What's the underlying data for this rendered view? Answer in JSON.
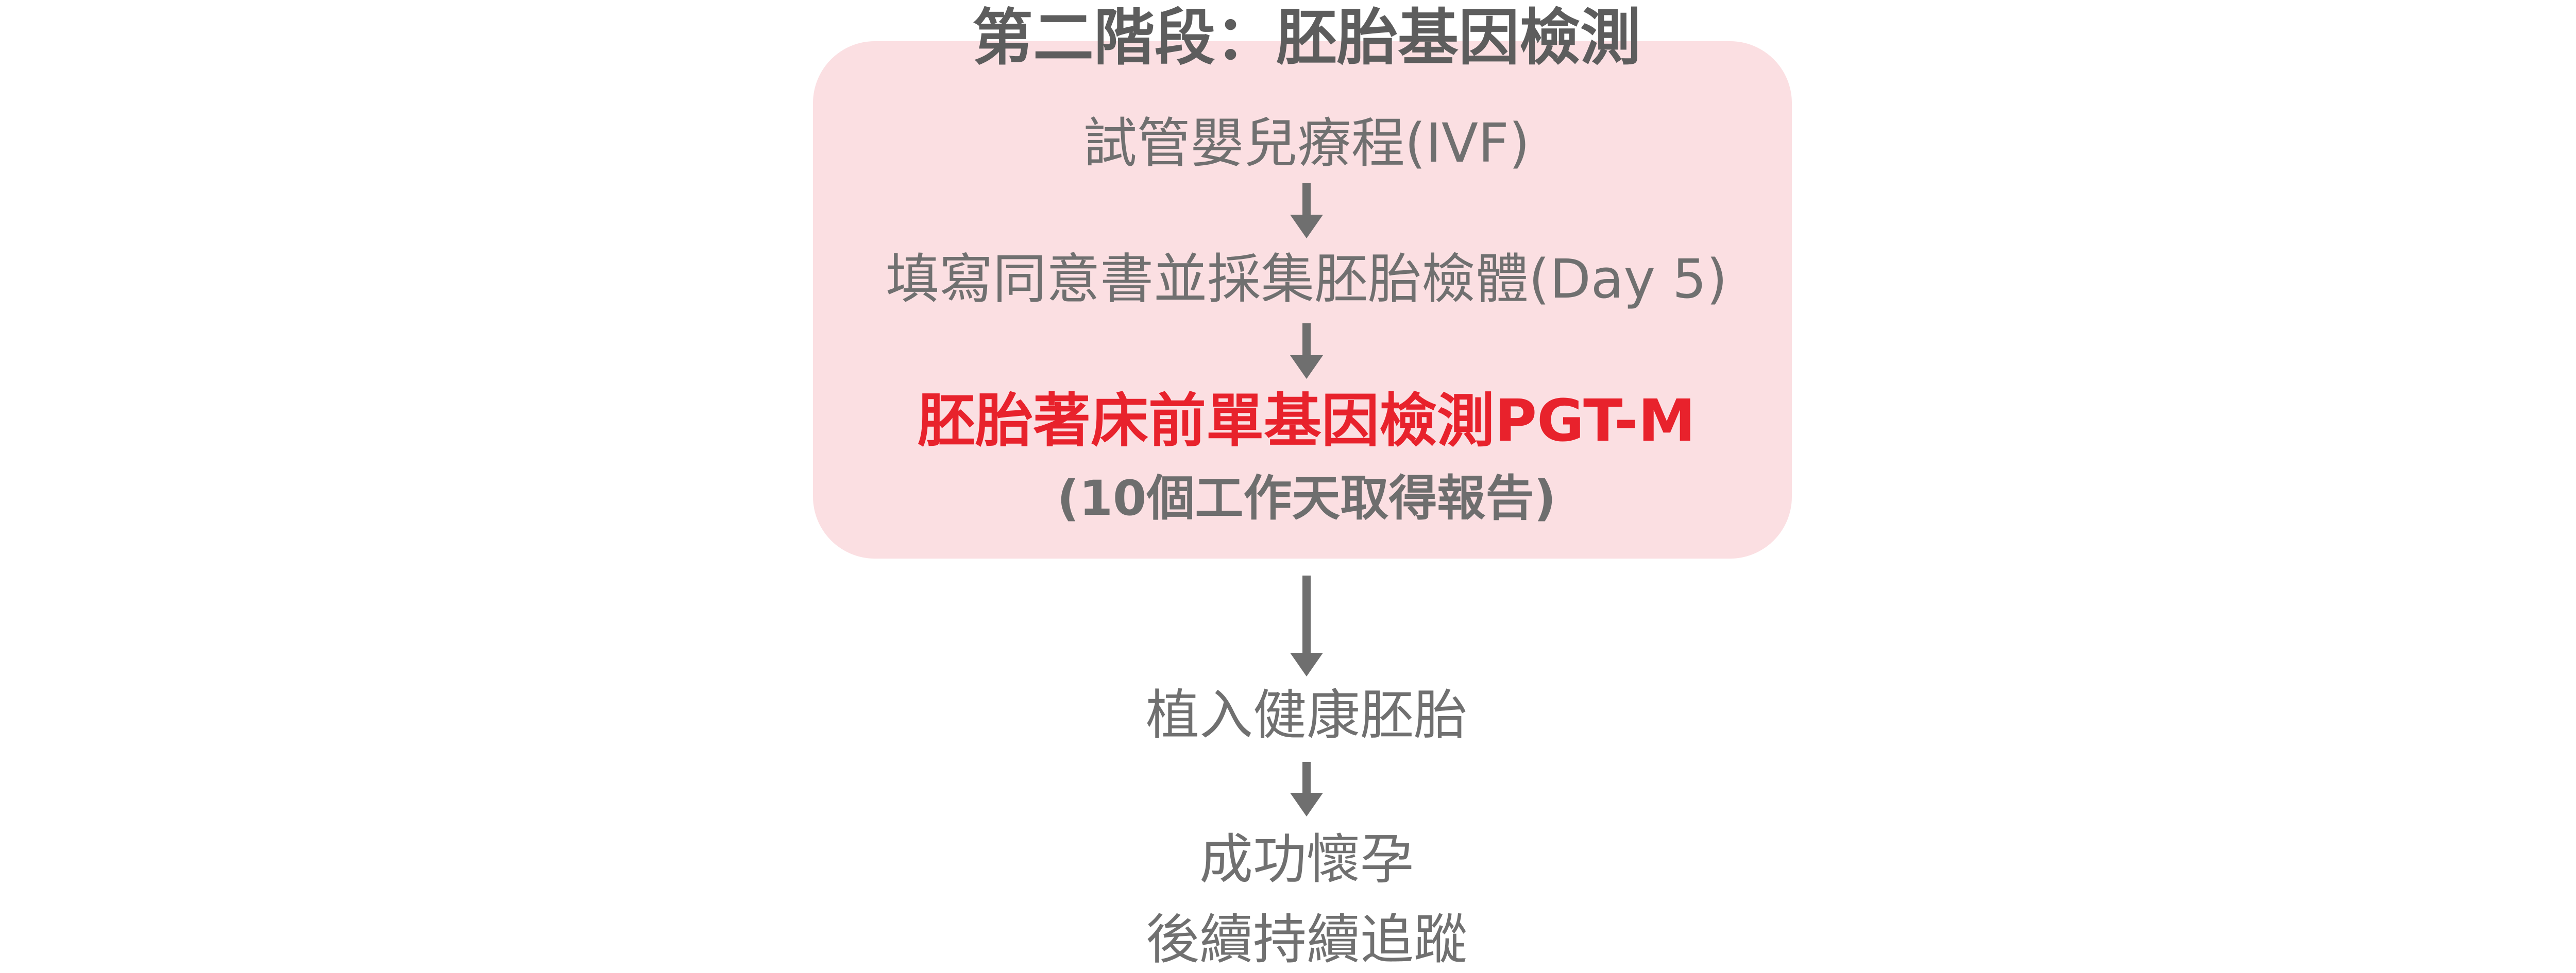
{
  "diagram": {
    "title": "第二階段：胚胎基因檢測",
    "steps": {
      "ivf": "試管嬰兒療程(IVF)",
      "consent": "填寫同意書並採集胚胎檢體(Day 5)",
      "pgtm": "胚胎著床前單基因檢測PGT-M",
      "pgtm_note": "(10個工作天取得報告)",
      "implant": "植入健康胚胎",
      "pregnancy": "成功懷孕",
      "followup": "後續持續追蹤"
    },
    "colors": {
      "panel_background": "#fbdfe2",
      "text_gray": "#707070",
      "highlight_red": "#e8222c",
      "arrow_gray": "#6f6f6f"
    }
  }
}
